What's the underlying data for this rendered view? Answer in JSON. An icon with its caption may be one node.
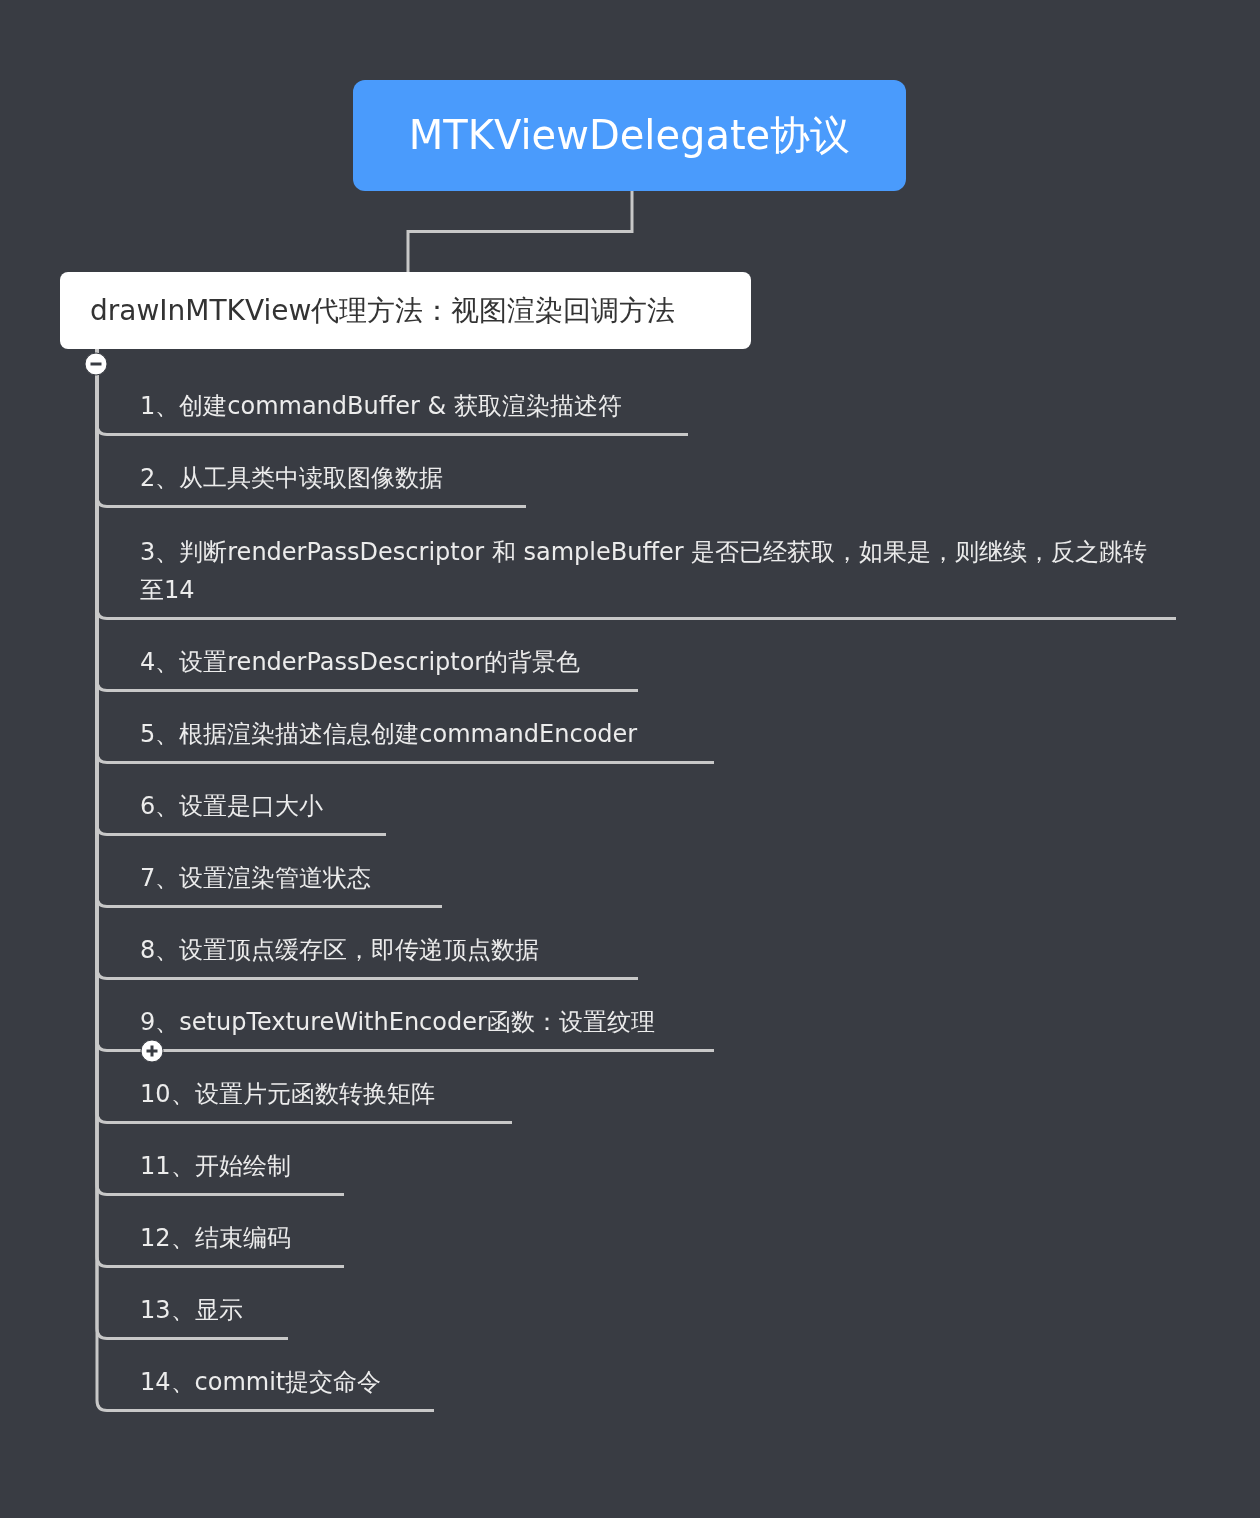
{
  "diagram": {
    "nodes": [
      {
        "text": [
          "MTKViewDelegate协议"
        ]
      },
      {
        "text": [
          "drawInMTKView代理方法：视图渲染回调方法"
        ]
      },
      {
        "text": [
          "1、创建commandBuffer & 获取渲染描述符"
        ]
      },
      {
        "text": [
          "2、从工具类中读取图像数据"
        ]
      },
      {
        "text": [
          "3、判断renderPassDescriptor 和 sampleBuffer 是否已经获取，如果是，则继续，反之跳转至14"
        ]
      },
      {
        "text": [
          "4、设置renderPassDescriptor的背景色"
        ]
      },
      {
        "text": [
          "5、根据渲染描述信息创建commandEncoder"
        ]
      },
      {
        "text": [
          "6、设置是口大小"
        ]
      },
      {
        "text": [
          "7、设置渲染管道状态"
        ]
      },
      {
        "text": [
          "8、设置顶点缓存区，即传递顶点数据"
        ]
      },
      {
        "text": [
          "9、setupTextureWithEncoder函数：设置纹理"
        ]
      },
      {
        "text": [
          "10、设置片元函数转换矩阵"
        ]
      },
      {
        "text": [
          "11、开始绘制"
        ]
      },
      {
        "text": [
          "12、结束编码"
        ]
      },
      {
        "text": [
          "13、显示"
        ]
      },
      {
        "text": [
          "14、commit提交命令"
        ]
      }
    ],
    "edges": [
      {
        "from": 0,
        "to": 1,
        "arrow": "none"
      },
      {
        "from": 1,
        "to": 2,
        "arrow": "none"
      },
      {
        "from": 1,
        "to": 3,
        "arrow": "none"
      },
      {
        "from": 1,
        "to": 4,
        "arrow": "none"
      },
      {
        "from": 1,
        "to": 5,
        "arrow": "none"
      },
      {
        "from": 1,
        "to": 6,
        "arrow": "none"
      },
      {
        "from": 1,
        "to": 7,
        "arrow": "none"
      },
      {
        "from": 1,
        "to": 8,
        "arrow": "none"
      },
      {
        "from": 1,
        "to": 9,
        "arrow": "none"
      },
      {
        "from": 1,
        "to": 10,
        "arrow": "none"
      },
      {
        "from": 1,
        "to": 11,
        "arrow": "none"
      },
      {
        "from": 1,
        "to": 12,
        "arrow": "none"
      },
      {
        "from": 1,
        "to": 13,
        "arrow": "none"
      },
      {
        "from": 1,
        "to": 14,
        "arrow": "none"
      },
      {
        "from": 1,
        "to": 15,
        "arrow": "none"
      }
    ]
  }
}
